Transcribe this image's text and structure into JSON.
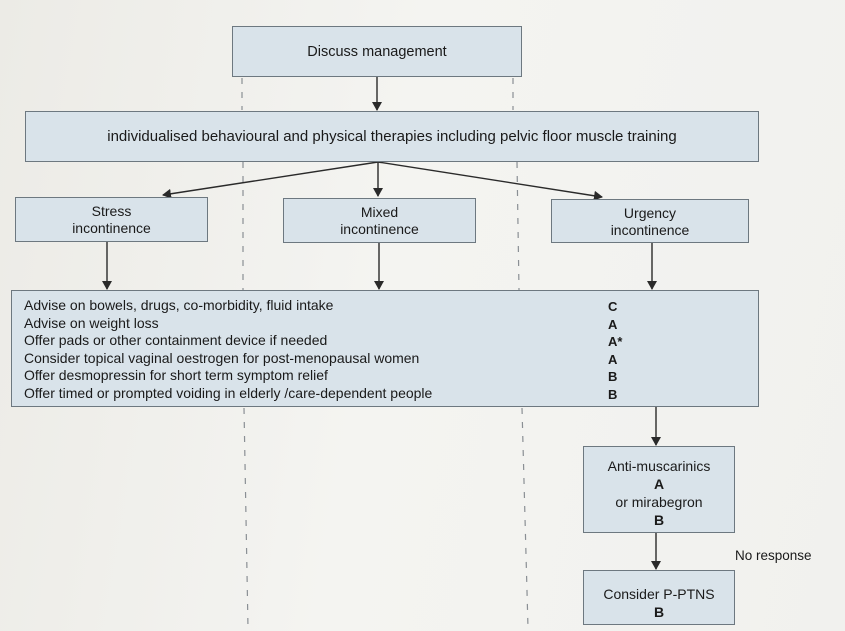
{
  "nodes": {
    "discuss": "Discuss management",
    "therapies": "individualised behavioural and physical therapies including pelvic floor muscle training",
    "stress": [
      "Stress",
      "incontinence"
    ],
    "mixed": [
      "Mixed",
      "incontinence"
    ],
    "urgency": [
      "Urgency",
      "incontinence"
    ],
    "antimuscarinics": {
      "label": "Anti-muscarinics",
      "grade": "A",
      "alt_label": "or mirabegron",
      "alt_grade": "B"
    },
    "ptns": {
      "label": "Consider P-PTNS",
      "grade": "B"
    }
  },
  "advice": [
    {
      "text": "Advise on bowels, drugs, co-morbidity, fluid intake",
      "grade": "C"
    },
    {
      "text": "Advise on weight loss",
      "grade": "A"
    },
    {
      "text": "Offer pads or other containment device if needed",
      "grade": "A*"
    },
    {
      "text": "Consider topical vaginal oestrogen for post-menopausal women",
      "grade": "A"
    },
    {
      "text": "Offer desmopressin for short term symptom relief",
      "grade": "B"
    },
    {
      "text": "Offer timed or prompted voiding in elderly /care-dependent people",
      "grade": "B"
    }
  ],
  "edge_labels": {
    "no_response": "No response"
  },
  "colors": {
    "box_fill": "#d9e3ea",
    "box_border": "#6d7880",
    "arrow": "#2a2a2a",
    "dashed_line": "#8a8f94"
  }
}
